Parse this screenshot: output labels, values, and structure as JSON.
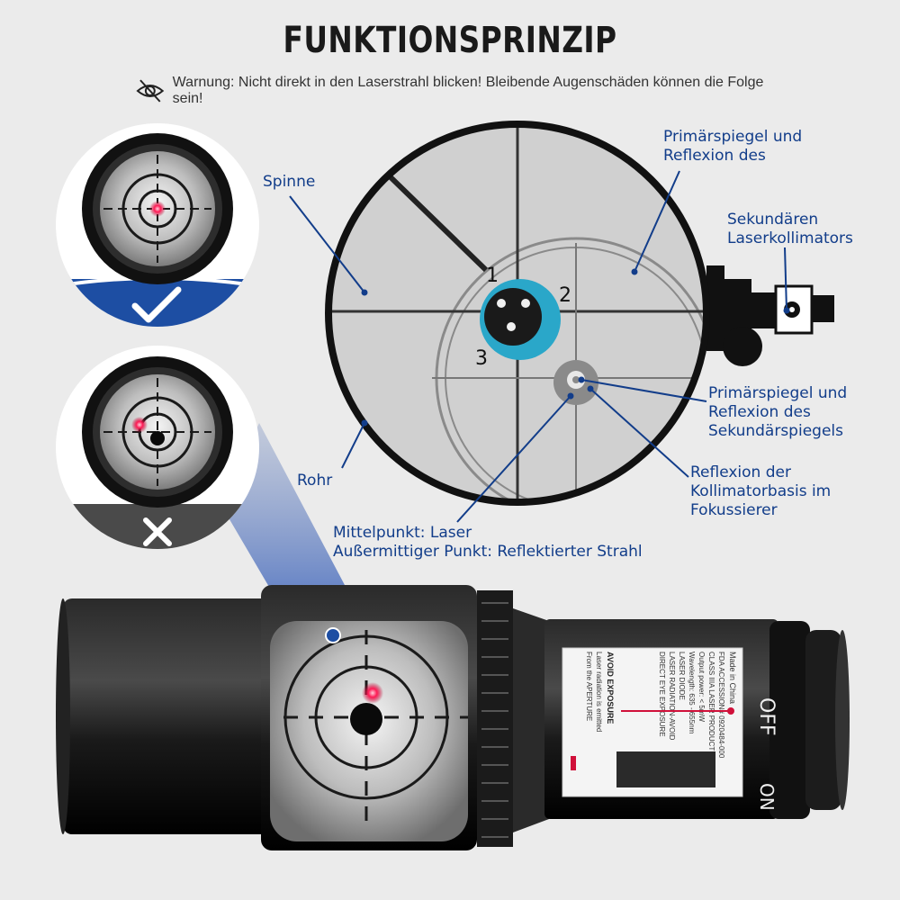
{
  "title": "FUNKTIONSPRINZIP",
  "warning": "Warnung: Nicht direkt in den Laserstrahl blicken! Bleibende Augenschäden können die Folge sein!",
  "icons": {
    "warning": "eye-slash-icon",
    "correct": "checkmark-icon",
    "incorrect": "cross-icon"
  },
  "colors": {
    "label_blue": "#123d8a",
    "laser_red": "#e8003a",
    "cyan_dot": "#2aa7c9",
    "badge_blue": "#1d4ea3",
    "badge_gray": "#4a4a4a"
  },
  "diagram": {
    "markers": [
      "1",
      "2",
      "3"
    ],
    "labels": {
      "spinne": "Spinne",
      "rohr": "Rohr",
      "primary_top": [
        "Primärspiegel und",
        "Reflexion des"
      ],
      "secondary_laser": [
        "Sekundären",
        "Laserkollimators"
      ],
      "primary_secondary": [
        "Primärspiegel und",
        "Reflexion des",
        "Sekundärspiegels"
      ],
      "collimator_base": [
        "Reflexion der",
        "Kollimatorbasis im",
        "Fokussierer"
      ],
      "center_point": [
        "Mittelpunkt: Laser",
        "Außermittiger Punkt: Reflektierter Strahl"
      ]
    }
  },
  "device_label": {
    "made_in": "Made in China",
    "fda": "FDA ACCESSION# 0920484-000",
    "class": "CLASS IIIA LASER PRODUCT",
    "power": "Output power: < 5mW",
    "wavelength": "Wavelength: 635 - 655nm",
    "diode": "LASER DIODE",
    "warning_1": "LASER RADIATION-AVOID",
    "warning_2": "DIRECT EYE EXPOSURE",
    "avoid": "AVOID EXPOSURE",
    "emitted_1": "Laser radiation is emitted",
    "emitted_2": "From the APERTURE"
  },
  "switch": {
    "off": "OFF",
    "on": "ON"
  }
}
